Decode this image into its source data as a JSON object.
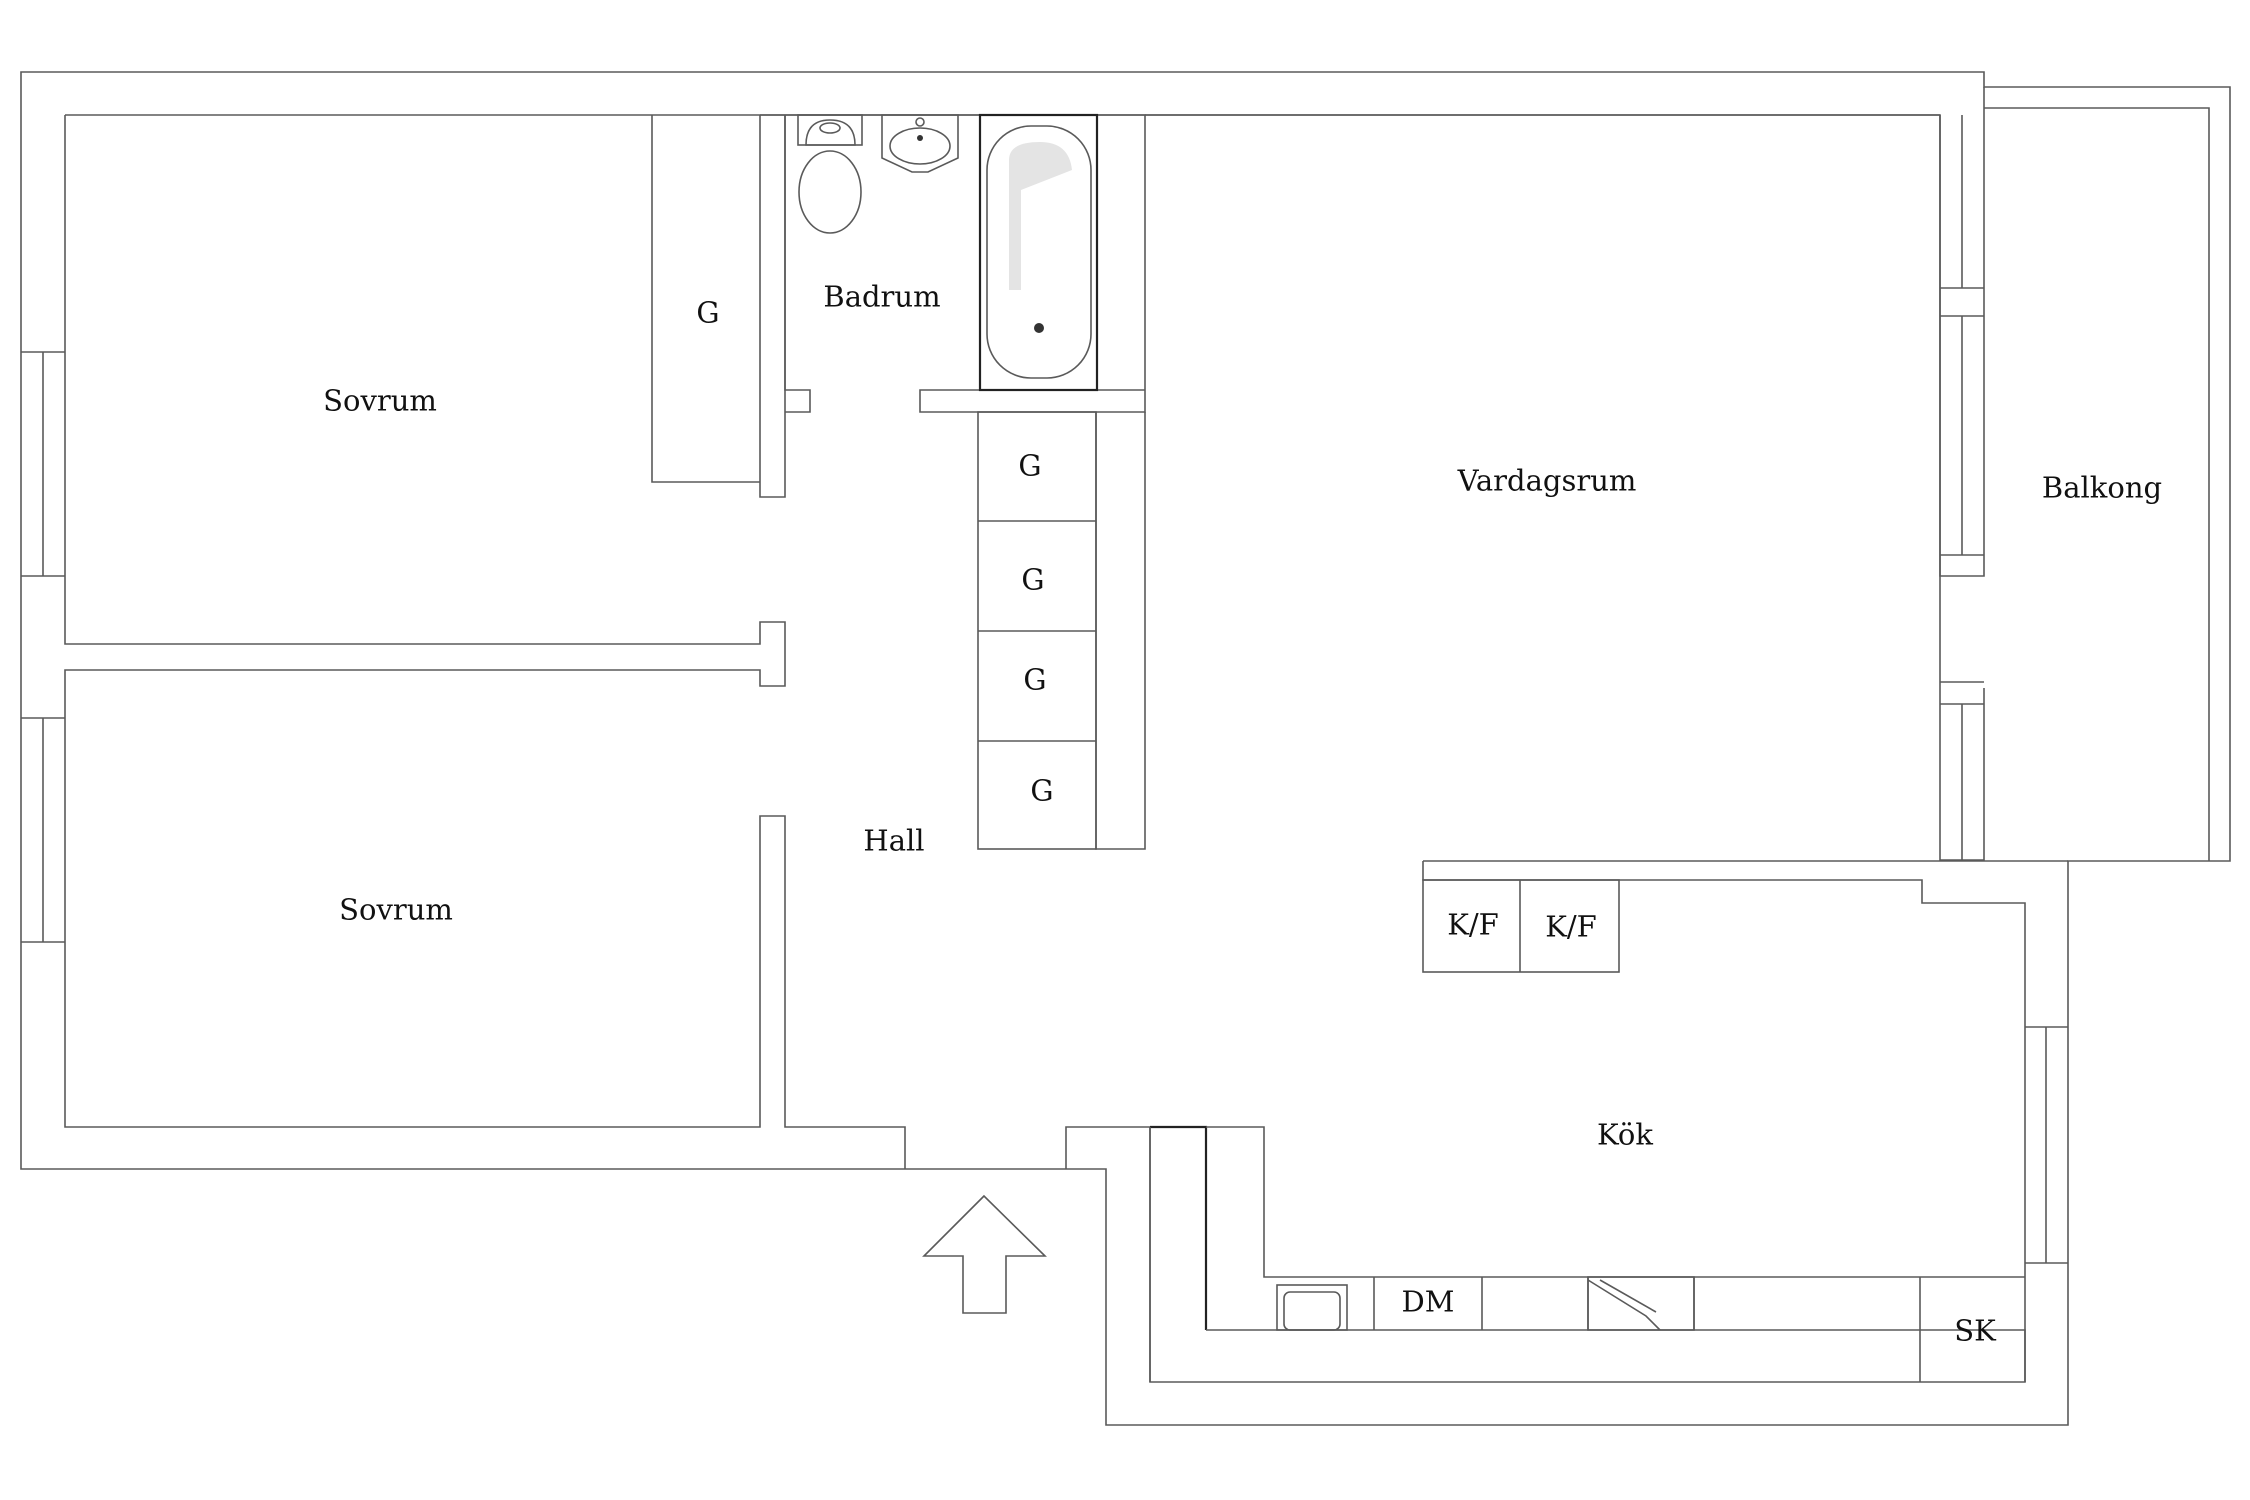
{
  "rooms": {
    "sovrum_top": "Sovrum",
    "sovrum_bottom": "Sovrum",
    "badrum": "Badrum",
    "hall": "Hall",
    "vardagsrum": "Vardagsrum",
    "balkong": "Balkong",
    "kok": "Kök"
  },
  "closets": {
    "bedroom_closet": "G",
    "hall_closets": [
      "G",
      "G",
      "G",
      "G"
    ]
  },
  "kitchen": {
    "fridge_freezer": [
      "K/F",
      "K/F"
    ],
    "dishwasher": "DM",
    "pantry": "SK"
  },
  "entrance_arrow": "up"
}
